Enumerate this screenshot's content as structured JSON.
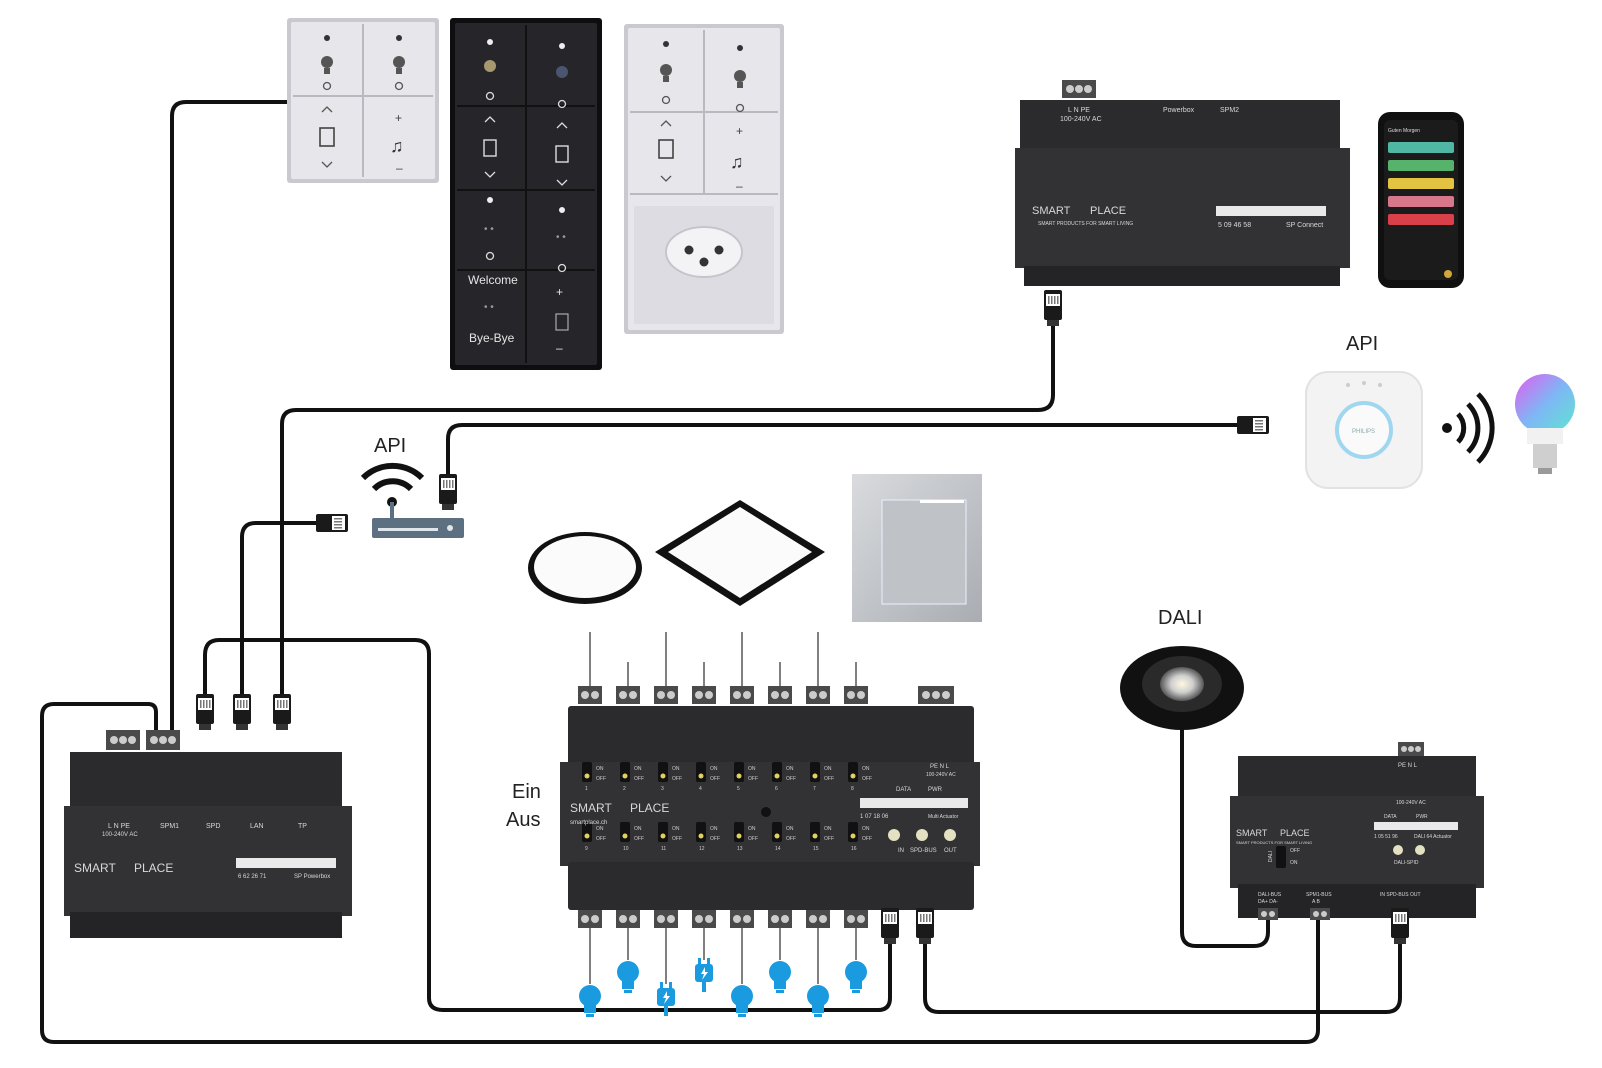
{
  "labels": {
    "api_router": "API",
    "api_bridge": "API",
    "dali": "DALI",
    "ein": "Ein",
    "aus": "Aus"
  },
  "switch_panel": {
    "welcome": "Welcome",
    "bye_bye": "Bye-Bye"
  },
  "spm2": {
    "terminal": "L  N  PE",
    "voltage": "100-240V AC",
    "powerbox": "Powerbox",
    "model": "SPM2",
    "brand": "SMART",
    "brand2": "PLACE",
    "tagline": "SMART PRODUCTS FOR SMART LIVING",
    "article": "5 09 46 58",
    "product": "SP Connect"
  },
  "phone": {
    "title": "Guten Morgen",
    "rows": [
      {
        "color": "#4fb7a3"
      },
      {
        "color": "#57b36c"
      },
      {
        "color": "#e3c341"
      },
      {
        "color": "#d8768a"
      },
      {
        "color": "#d9404a"
      }
    ]
  },
  "bridge": {
    "brand": "PHILIPS"
  },
  "powerbox": {
    "terminal": "L  N  PE",
    "voltage": "100-240V AC",
    "port_spm1": "SPM1",
    "port_spd": "SPD",
    "port_lan": "LAN",
    "port_tp": "TP",
    "brand": "SMART",
    "brand2": "PLACE",
    "article": "6 62 26 71",
    "product": "SP Powerbox"
  },
  "actuator": {
    "brand": "SMART",
    "brand2": "PLACE",
    "url": "smartplace.ch",
    "pe": "PE  N  L",
    "voltage": "100-240V AC",
    "data": "DATA",
    "pwr": "PWR",
    "article": "1 07 18 06",
    "model": "Multi Actuator",
    "port_in": "IN",
    "port_bus": "SPD-BUS",
    "port_out": "OUT",
    "on": "ON",
    "off": "OFF",
    "channels_top": [
      "1",
      "2",
      "3",
      "4",
      "5",
      "6",
      "7",
      "8"
    ],
    "channels_bottom": [
      "9",
      "10",
      "11",
      "12",
      "13",
      "14",
      "15",
      "16"
    ]
  },
  "dali_module": {
    "pe": "PE  N  L",
    "voltage": "100-240V AC",
    "brand": "SMART",
    "brand2": "PLACE",
    "tagline": "SMART PRODUCTS FOR SMART LIVING",
    "data": "DATA",
    "pwr": "PWR",
    "article": "1 05 51 96",
    "model": "DALI 64 Actuator",
    "dali_spid": "DALI-SPID",
    "dali_bus": "DALI-BUS",
    "dali_bus_pins": "DA+ DA-",
    "spm1_bus": "SPM1-BUS",
    "spm1_pins": "A  B",
    "spd_bus": "IN SPD-BUS OUT",
    "off": "OFF",
    "on": "ON",
    "dali_word": "DALI"
  },
  "loads_bottom": [
    "bulb",
    "bulb",
    "plug",
    "plug",
    "bulb",
    "bulb",
    "bulb",
    "bulb"
  ],
  "colors": {
    "device": "#2b2b2d",
    "device_dark": "#1e1e20",
    "cable": "#111111",
    "bulb_blue": "#1a9be0",
    "panel_light": "#e3e3e8",
    "panel_dark": "#1e1e20",
    "router": "#5d7082"
  }
}
